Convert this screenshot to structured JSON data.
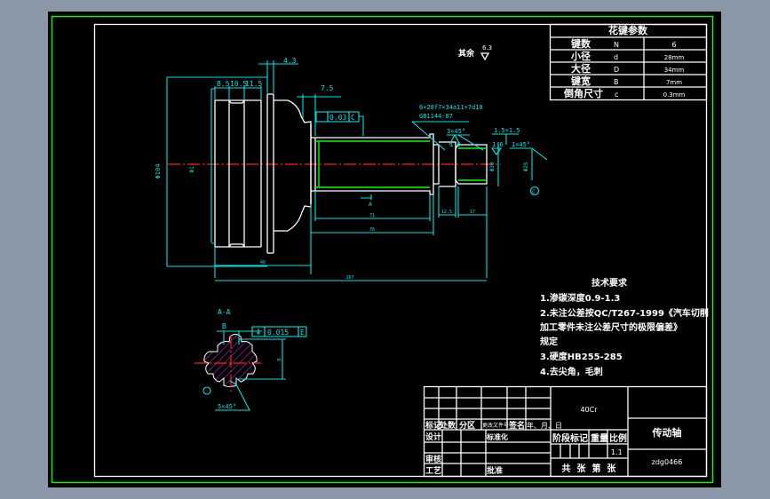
{
  "drawing": {
    "title": "传动轴",
    "drawing_number": "zdg0466",
    "material": "40Cr",
    "scale": "1.1",
    "colors": {
      "background": "#000000",
      "frame": "#00ff00",
      "geometry": "#ffffff",
      "dimension": "#00e5e5",
      "centerline": "#ff2020",
      "hatch": "#d020d0"
    }
  },
  "spline_table": {
    "title": "花键参数",
    "rows": [
      {
        "label": "键数",
        "symbol": "N",
        "value": "6"
      },
      {
        "label": "小径",
        "symbol": "d",
        "value": "28mm"
      },
      {
        "label": "大径",
        "symbol": "D",
        "value": "34mm"
      },
      {
        "label": "键宽",
        "symbol": "B",
        "value": "7mm"
      },
      {
        "label": "倒角尺寸",
        "symbol": "c",
        "value": "0.3mm"
      }
    ]
  },
  "roughness_note": {
    "label": "其余",
    "value": "6.3"
  },
  "tech_requirements": {
    "title": "技术要求",
    "lines": [
      "1.渗碳深度0.9-1.3",
      "2.未注公差按QC/T267-1999《汽车切削",
      "加工零件未注公差尺寸的极限偏差》",
      "规定",
      "3.硬度HB255-285",
      "4.去尖角，毛刺"
    ]
  },
  "dimensions": {
    "d_4_3": "4.3",
    "d_8_5": "8.5",
    "d_10_5": "10.5",
    "d_11_5": "11.5",
    "d_7_5": "7.5",
    "dia_104": "Φ104",
    "dia_inner": "Φ1",
    "spline_spec": "6×28f7×34a11×7d10",
    "spline_std": "GB1144-87",
    "tol_flatness": "0.03",
    "tol_datum_c": "C",
    "chamfer_3x45": "3×45°",
    "rough_1_6a": "1.6",
    "thread_note": "1.5×1.5",
    "rough_1_6b": "1.6",
    "chamfer_1x45": "1×45°",
    "len_71": "71",
    "len_76": "76",
    "len_46": "46",
    "len_167": "167",
    "len_12_5": "12.5",
    "len_17": "17",
    "dia_30": "Φ30",
    "dia_25": "Φ25",
    "datum_c": "C",
    "datum_a": "A"
  },
  "section": {
    "label": "A-A",
    "key_width": "B",
    "symmetry_tol": "0.015",
    "datum": "E",
    "chamfer": "5×45°",
    "dim_side": "D",
    "datum_d": "D"
  },
  "title_block": {
    "material": "40Cr",
    "part_name": "传动轴",
    "drawing_no": "zdg0466",
    "header_row": [
      "标记",
      "处数",
      "分区",
      "更改文件号",
      "签名",
      "年、月、日"
    ],
    "designer": "设计",
    "standardization": "标准化",
    "reviewer": "审核",
    "process": "工艺",
    "approve": "批准",
    "stage_mark": "阶段标记",
    "weight": "重量",
    "scale_label": "比例",
    "scale_value": "1.1",
    "sheets": "共  张  第  张"
  }
}
